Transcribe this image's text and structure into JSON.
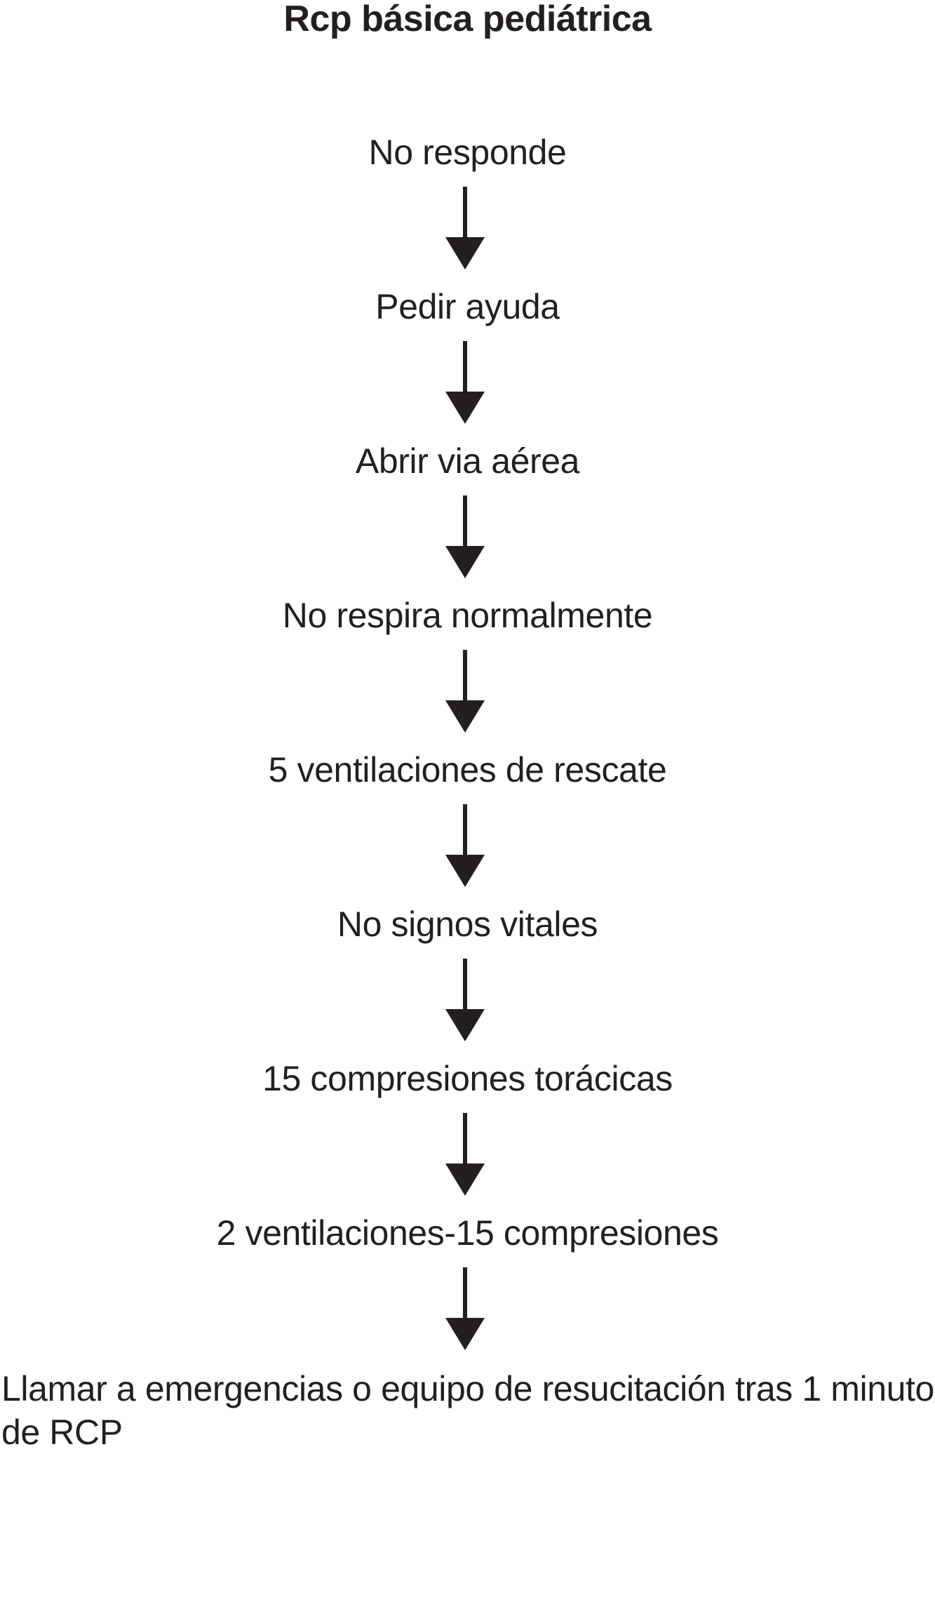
{
  "chart_data": {
    "type": "diagram",
    "diagram_kind": "flowchart",
    "orientation": "vertical-top-to-bottom",
    "title": "Rcp básica pediátrica",
    "background_color": "#ffffff",
    "ink_color": "#231f20",
    "connector_style": "solid line with filled triangular arrowhead",
    "node_shape": "plain text (no box)",
    "node_count": 9,
    "edge_count": 8,
    "nodes": [
      {
        "id": "n1",
        "label": "No responde"
      },
      {
        "id": "n2",
        "label": "Pedir ayuda"
      },
      {
        "id": "n3",
        "label": "Abrir via aérea"
      },
      {
        "id": "n4",
        "label": "No respira normalmente"
      },
      {
        "id": "n5",
        "label": "5 ventilaciones de rescate"
      },
      {
        "id": "n6",
        "label": "No signos vitales"
      },
      {
        "id": "n7",
        "label": "15 compresiones torácicas"
      },
      {
        "id": "n8",
        "label": "2 ventilaciones-15 compresiones"
      },
      {
        "id": "n9",
        "label": "Llamar a emergencias o equipo de resucitación tras 1 minuto de RCP"
      }
    ],
    "edges": [
      {
        "from": "n1",
        "to": "n2",
        "label": ""
      },
      {
        "from": "n2",
        "to": "n3",
        "label": ""
      },
      {
        "from": "n3",
        "to": "n4",
        "label": ""
      },
      {
        "from": "n4",
        "to": "n5",
        "label": ""
      },
      {
        "from": "n5",
        "to": "n6",
        "label": ""
      },
      {
        "from": "n6",
        "to": "n7",
        "label": ""
      },
      {
        "from": "n7",
        "to": "n8",
        "label": ""
      },
      {
        "from": "n8",
        "to": "n9",
        "label": ""
      }
    ]
  },
  "title": {
    "text": "Rcp básica pediátrica"
  },
  "steps": [
    {
      "text": "No responde"
    },
    {
      "text": "Pedir ayuda"
    },
    {
      "text": "Abrir via aérea"
    },
    {
      "text": "No respira normalmente"
    },
    {
      "text": "5 ventilaciones de rescate"
    },
    {
      "text": "No signos vitales"
    },
    {
      "text": "15 compresiones torácicas"
    },
    {
      "text": "2 ventilaciones-15 compresiones"
    },
    {
      "text": "Llamar a emergencias o equipo de resucitación tras 1 minuto de RCP"
    }
  ],
  "arrows": [
    {
      "name": "arrow-1",
      "direction": "down"
    },
    {
      "name": "arrow-2",
      "direction": "down"
    },
    {
      "name": "arrow-3",
      "direction": "down"
    },
    {
      "name": "arrow-4",
      "direction": "down"
    },
    {
      "name": "arrow-5",
      "direction": "down"
    },
    {
      "name": "arrow-6",
      "direction": "down"
    },
    {
      "name": "arrow-7",
      "direction": "down"
    },
    {
      "name": "arrow-8",
      "direction": "down"
    }
  ]
}
